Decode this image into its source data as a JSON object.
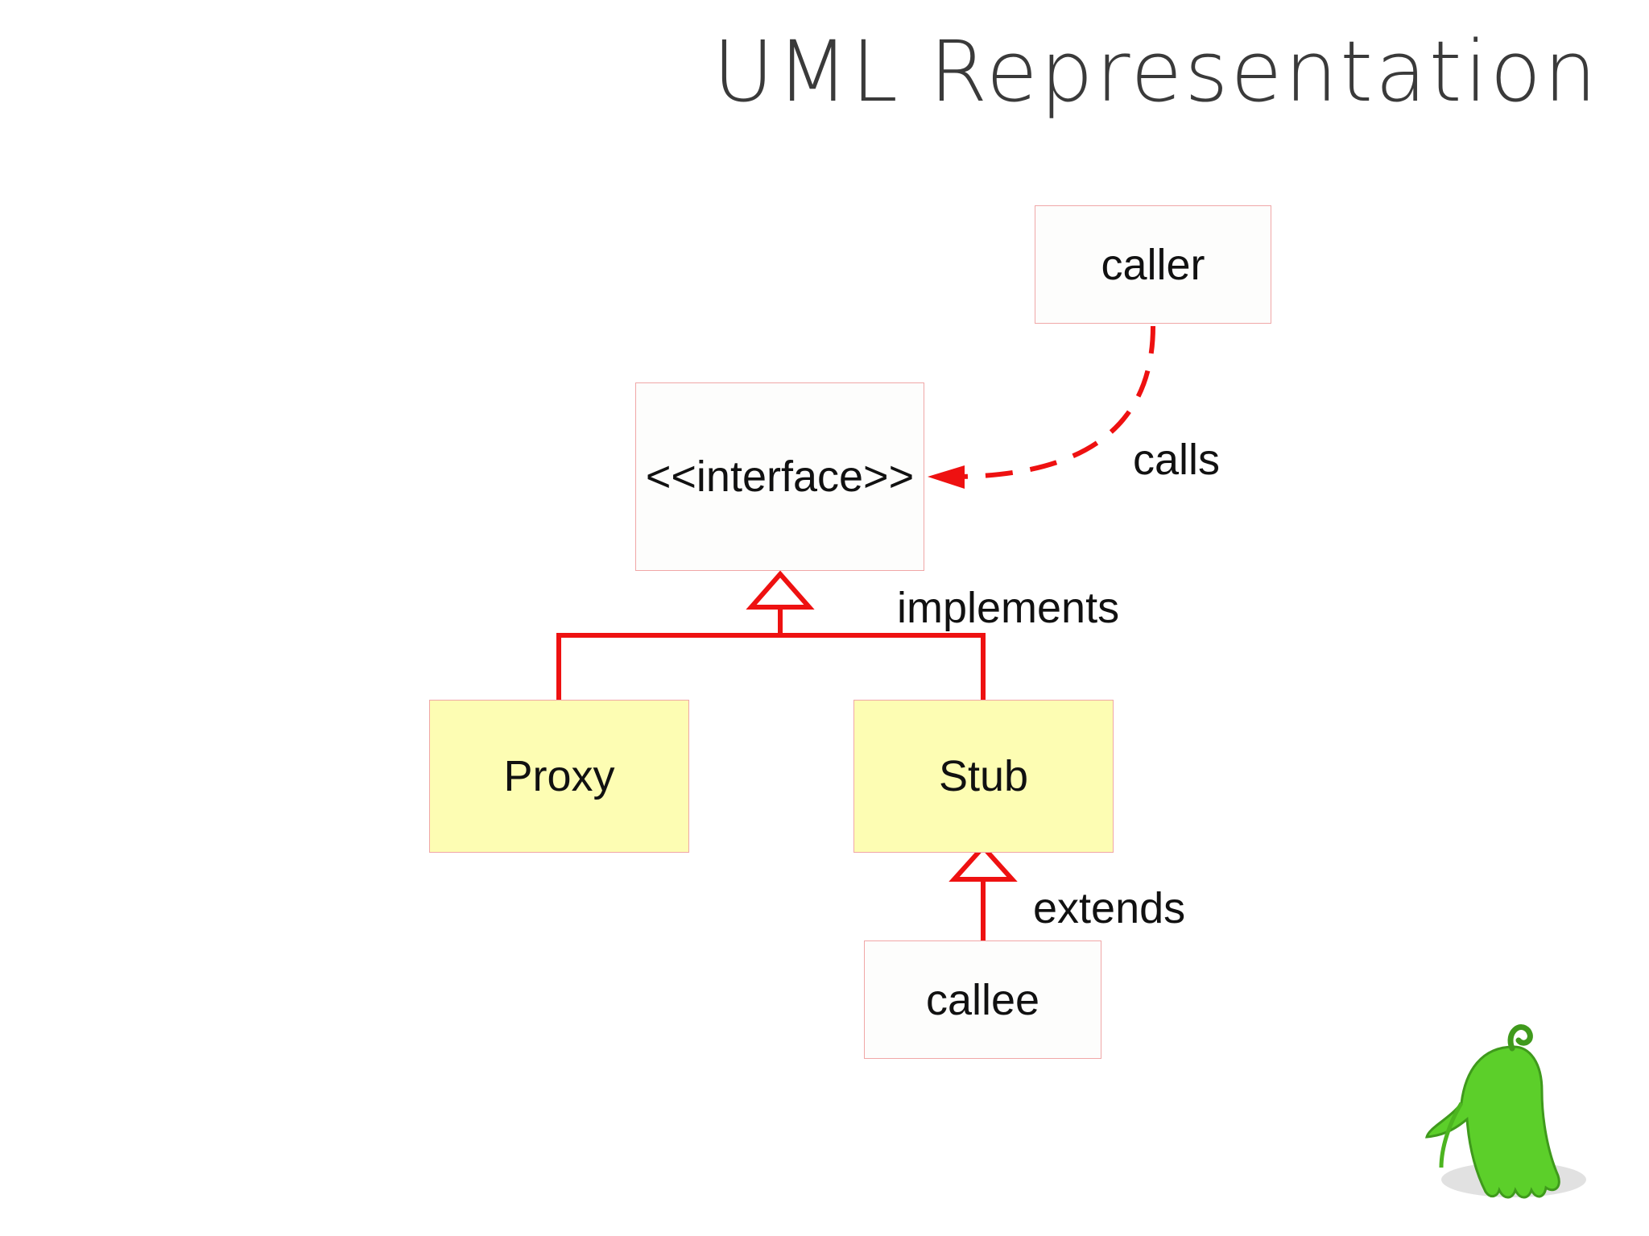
{
  "title": "UML Representation",
  "diagram": {
    "nodes": {
      "caller": "caller",
      "interface": "<<interface>>",
      "proxy": "Proxy",
      "stub": "Stub",
      "callee": "callee"
    },
    "edges": {
      "calls": "calls",
      "implements": "implements",
      "extends": "extends"
    }
  },
  "colors": {
    "connector": "#ee1111",
    "box_border": "#f0a7a7",
    "class_fill": "#fdfdb3",
    "mascot": "#5ccf2a"
  },
  "icons": [
    "green-mascot-icon"
  ]
}
